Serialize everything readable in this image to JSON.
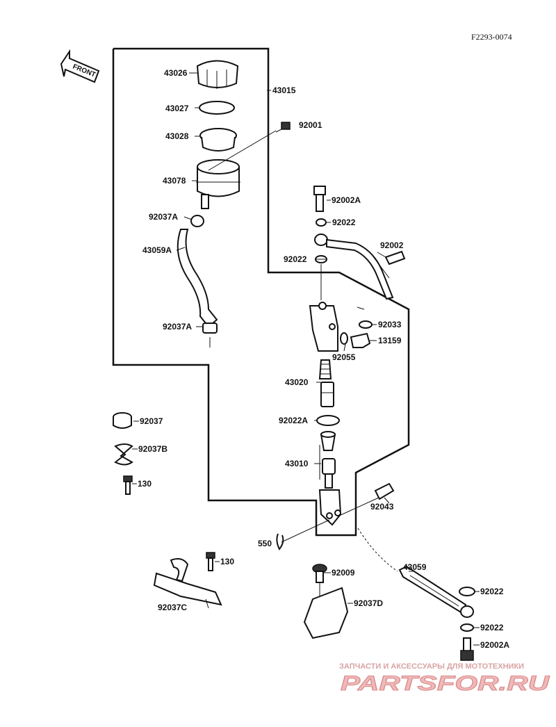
{
  "diagram_code": "F2293-0074",
  "front_label": "FRONT",
  "colors": {
    "line": "#111111",
    "background": "#ffffff",
    "watermark": "#e8a0a0"
  },
  "watermark": {
    "top_text": "ЗАПЧАСТИ И АКСЕССУАРЫ ДЛЯ МОТОТЕХНИКИ",
    "brand_text": "PARTSFOR.RU"
  },
  "parts": [
    {
      "id": "43026"
    },
    {
      "id": "43027"
    },
    {
      "id": "43028"
    },
    {
      "id": "43015"
    },
    {
      "id": "92001"
    },
    {
      "id": "43078"
    },
    {
      "id": "92037A"
    },
    {
      "id": "43059A"
    },
    {
      "id": "92037A"
    },
    {
      "id": "92002A"
    },
    {
      "id": "92022"
    },
    {
      "id": "92002"
    },
    {
      "id": "92022"
    },
    {
      "id": "92033"
    },
    {
      "id": "13159"
    },
    {
      "id": "92055"
    },
    {
      "id": "43020"
    },
    {
      "id": "92022A"
    },
    {
      "id": "43010"
    },
    {
      "id": "92037"
    },
    {
      "id": "92037B"
    },
    {
      "id": "130"
    },
    {
      "id": "92043"
    },
    {
      "id": "550"
    },
    {
      "id": "130"
    },
    {
      "id": "92009"
    },
    {
      "id": "92037C"
    },
    {
      "id": "92037D"
    },
    {
      "id": "43059"
    },
    {
      "id": "92022"
    },
    {
      "id": "92022"
    },
    {
      "id": "92002A"
    }
  ]
}
